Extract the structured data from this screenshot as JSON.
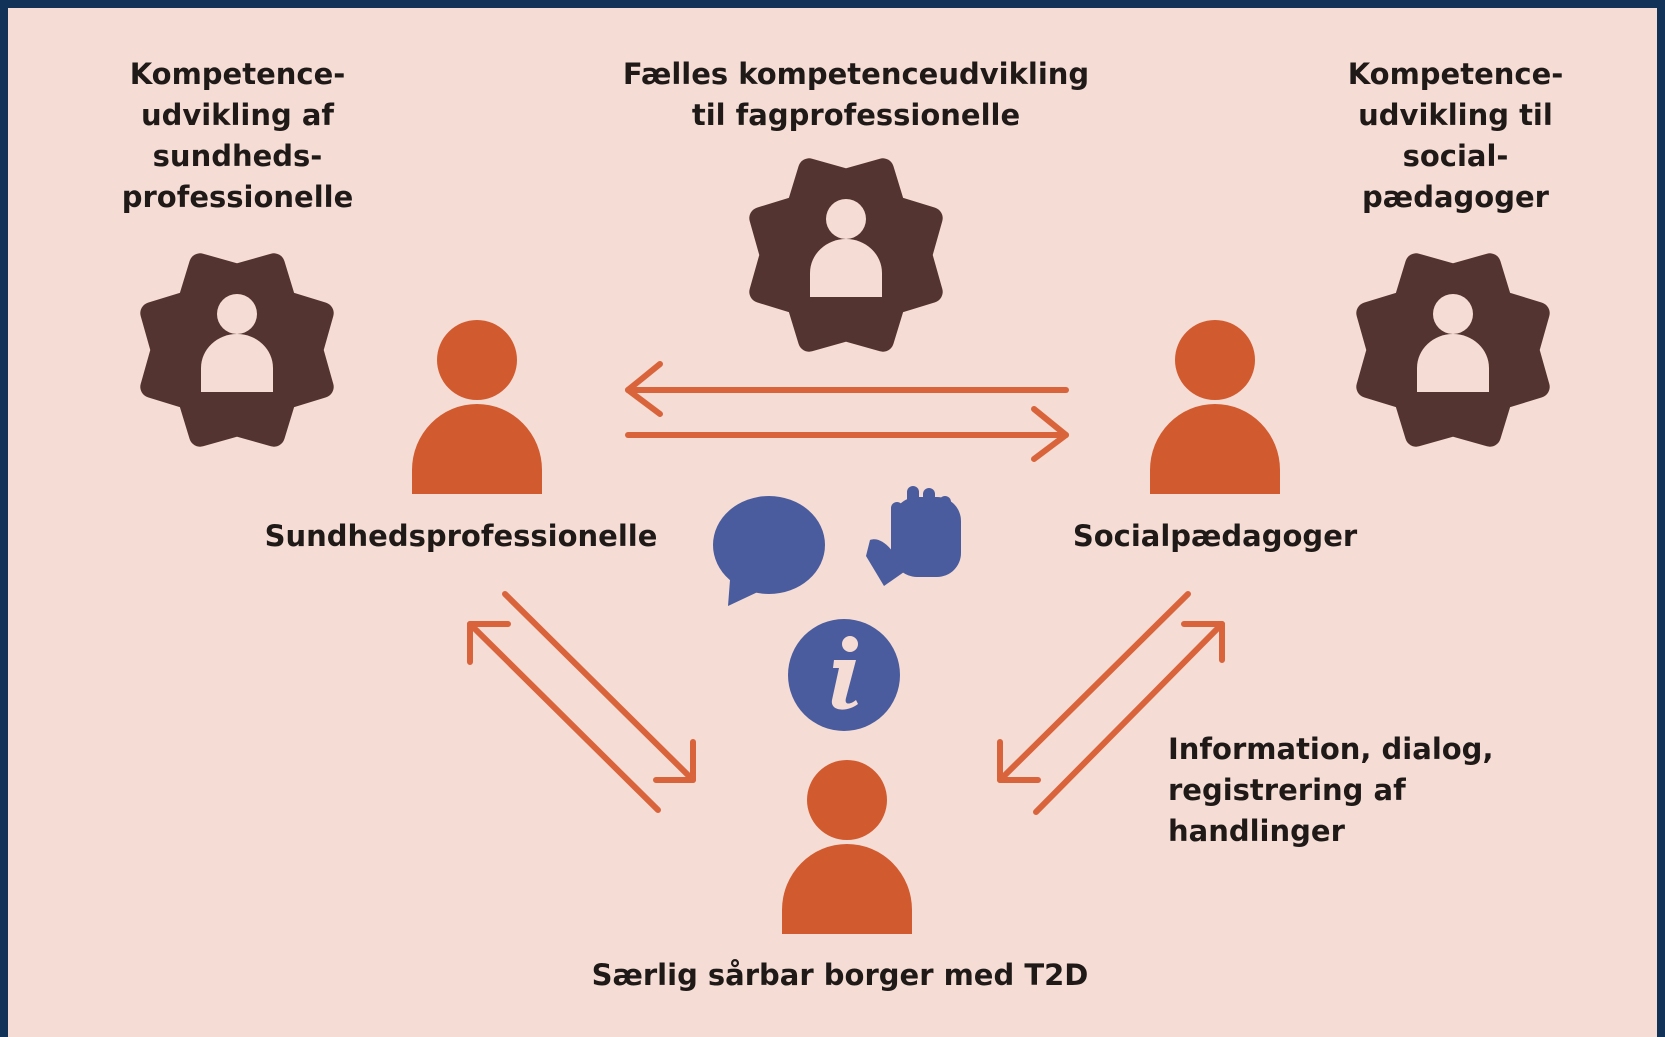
{
  "nodes": {
    "health_professionals": {
      "label": "Sundhedsprofessionelle"
    },
    "social_educators": {
      "label": "Socialpædagoger"
    },
    "citizen": {
      "label": "Særlig sårbar borger med T2D"
    }
  },
  "training": {
    "left": [
      "Kompetence-",
      "udvikling af",
      "sundheds-",
      "professionelle"
    ],
    "center": [
      "Fælles kompetenceudvikling",
      "til fagprofessionelle"
    ],
    "right": [
      "Kompetence-",
      "udvikling til",
      "social-",
      "pædagoger"
    ]
  },
  "exchange_note": [
    "Information, dialog,",
    "registrering af",
    "handlinger"
  ],
  "icons": {
    "gear": "gear-person-icon",
    "person": "person-icon",
    "chat": "speech-bubble-icon",
    "hand": "raised-hand-icon",
    "info": "info-icon"
  },
  "colors": {
    "background": "#f5dcd4",
    "border": "#133257",
    "gear": "#543430",
    "person": "#d15a2e",
    "arrow": "#d9643b",
    "icon_blue": "#4a5c9e",
    "text": "#1f1a18"
  }
}
